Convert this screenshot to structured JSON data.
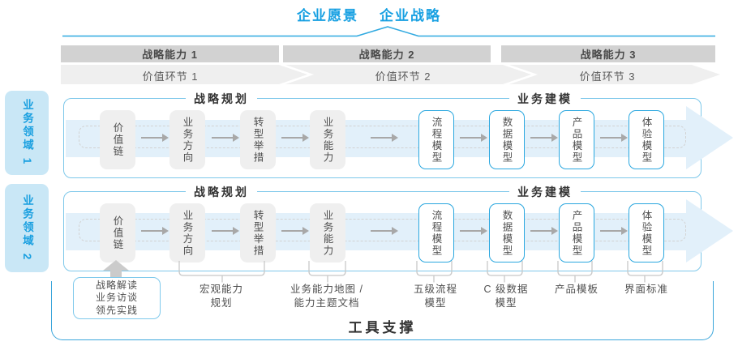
{
  "title": {
    "vision": "企业愿景",
    "strategy": "企业战略"
  },
  "strategy_capabilities": [
    "战略能力 1",
    "战略能力 2",
    "战略能力 3"
  ],
  "value_links": [
    "价值环节 1",
    "价值环节 2",
    "价值环节 3"
  ],
  "domains": [
    "业务领域 1",
    "业务领域 2"
  ],
  "row": {
    "planning_header": "战略规划",
    "modeling_header": "业务建模",
    "boxes": [
      {
        "label": "价值链",
        "style": "gray"
      },
      {
        "label": "业务方向",
        "style": "gray"
      },
      {
        "label": "转型举措",
        "style": "gray"
      },
      {
        "label": "业务能力",
        "style": "gray"
      },
      {
        "label": "流程模型",
        "style": "blue"
      },
      {
        "label": "数据模型",
        "style": "blue"
      },
      {
        "label": "产品模型",
        "style": "blue"
      },
      {
        "label": "体验模型",
        "style": "blue"
      }
    ]
  },
  "annotations": {
    "practice_box": {
      "lines": [
        "战略解读",
        "业务访谈",
        "领先实践"
      ]
    },
    "notes": [
      {
        "line1": "宏观能力",
        "line2": "规划"
      },
      {
        "line1": "业务能力地图 /",
        "line2": "能力主题文档"
      },
      {
        "line1": "五级流程",
        "line2": "模型"
      },
      {
        "line1": "C 级数据",
        "line2": "模型"
      },
      {
        "line1": "产品模板",
        "line2": ""
      },
      {
        "line1": "界面标准",
        "line2": ""
      }
    ]
  },
  "tool_support_label": "工具支撑",
  "colors": {
    "accent_blue": "#17A0E2",
    "box_border_blue": "#2AA7DF",
    "light_blue_fill": "#C9E7F6",
    "pale_arrow": "#E2F0FA",
    "bar_gray": "#D2D2D2",
    "band_gray": "#EFEFEF"
  }
}
